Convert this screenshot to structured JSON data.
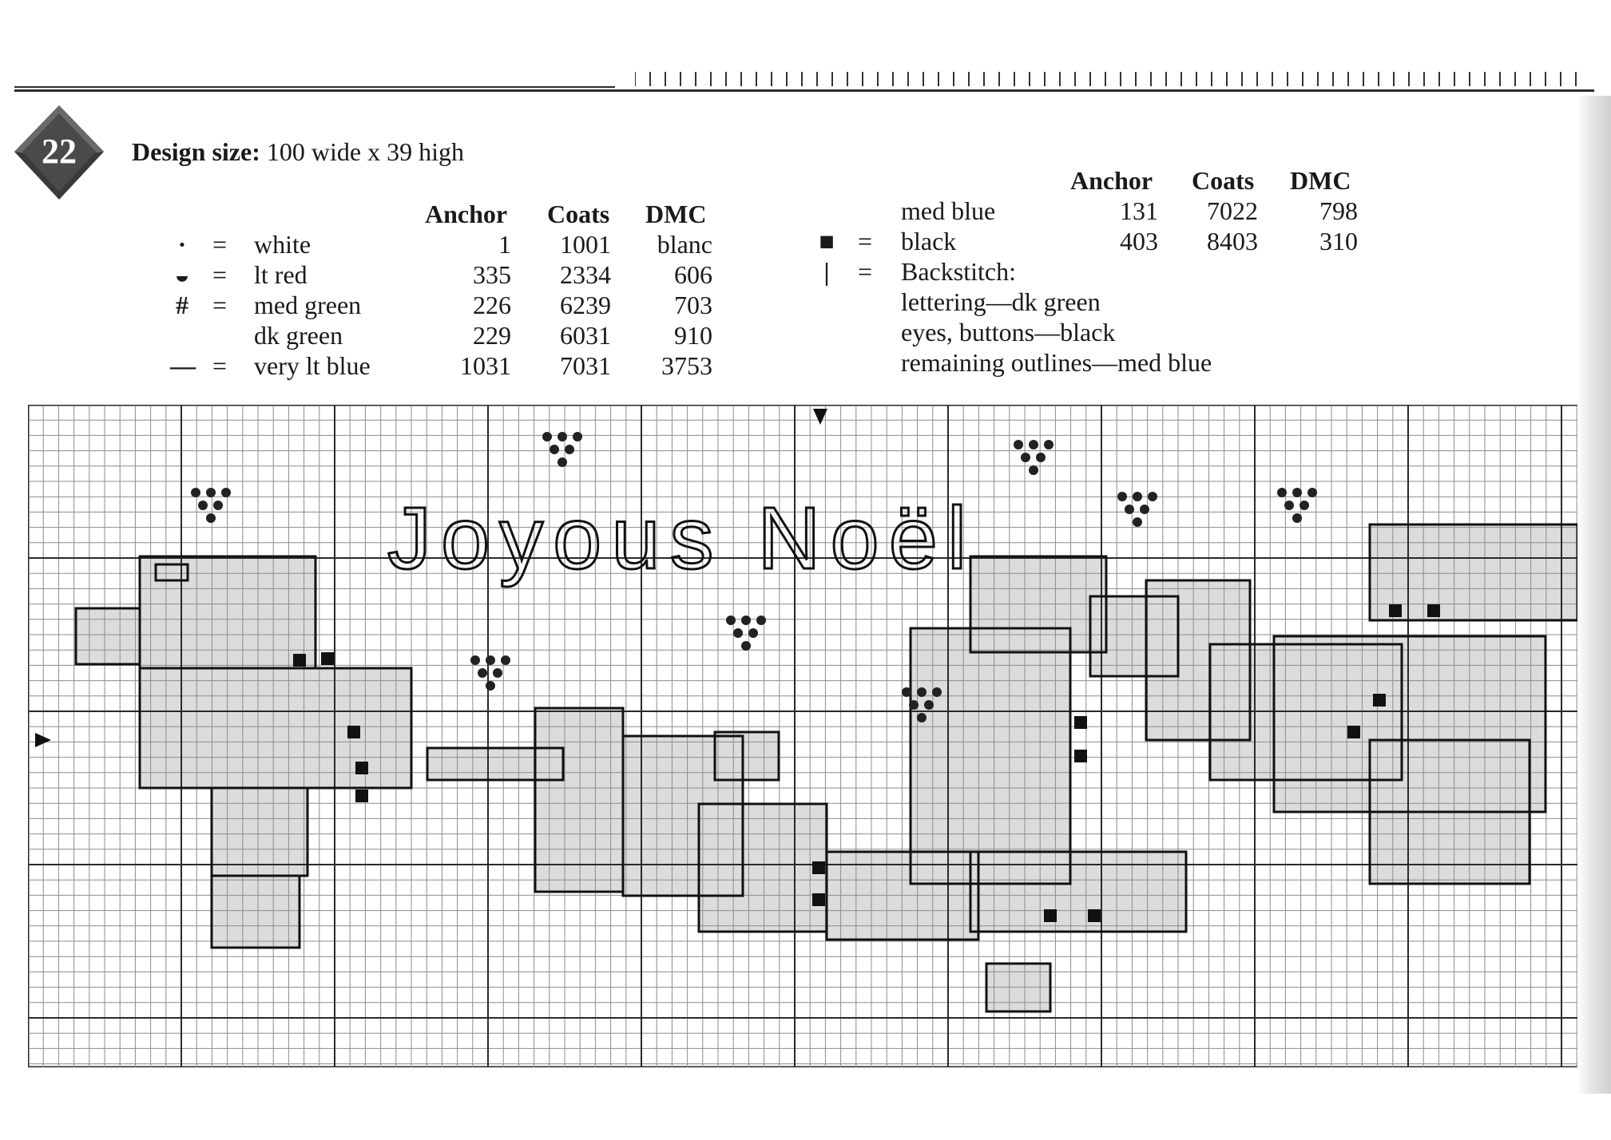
{
  "badge": {
    "number": "22"
  },
  "design": {
    "label": "Design size:",
    "value": "100 wide x 39 high"
  },
  "legend_left": {
    "headers": {
      "anchor": "Anchor",
      "coats": "Coats",
      "dmc": "DMC"
    },
    "rows": [
      {
        "symbol": "·",
        "eq": "=",
        "name": "white",
        "anchor": "1",
        "coats": "1001",
        "dmc": "blanc"
      },
      {
        "symbol": "◒",
        "eq": "=",
        "name": "lt red",
        "anchor": "335",
        "coats": "2334",
        "dmc": "606"
      },
      {
        "symbol": "#",
        "eq": "=",
        "name": "med green",
        "anchor": "226",
        "coats": "6239",
        "dmc": "703"
      },
      {
        "symbol": "",
        "eq": "",
        "name": "dk green",
        "anchor": "229",
        "coats": "6031",
        "dmc": "910"
      },
      {
        "symbol": "—",
        "eq": "=",
        "name": "very lt blue",
        "anchor": "1031",
        "coats": "7031",
        "dmc": "3753"
      }
    ]
  },
  "legend_right": {
    "headers": {
      "anchor": "Anchor",
      "coats": "Coats",
      "dmc": "DMC"
    },
    "rows": [
      {
        "symbol": "",
        "eq": "",
        "name": "med blue",
        "anchor": "131",
        "coats": "7022",
        "dmc": "798"
      },
      {
        "symbol": "■",
        "eq": "=",
        "name": "black",
        "anchor": "403",
        "coats": "8403",
        "dmc": "310"
      },
      {
        "symbol": "|",
        "eq": "=",
        "name": "Backstitch:",
        "anchor": "",
        "coats": "",
        "dmc": ""
      }
    ],
    "backstitch": [
      "lettering—dk green",
      "eyes, buttons—black",
      "remaining outlines—med blue"
    ]
  },
  "chart_text": {
    "lettering": "Joyous Noël"
  },
  "colors": {
    "ink": "#1a1a1a",
    "grid_minor": "#9a9a9a",
    "grid_major": "#2a2a2a",
    "fill": "#d6d6d6"
  }
}
